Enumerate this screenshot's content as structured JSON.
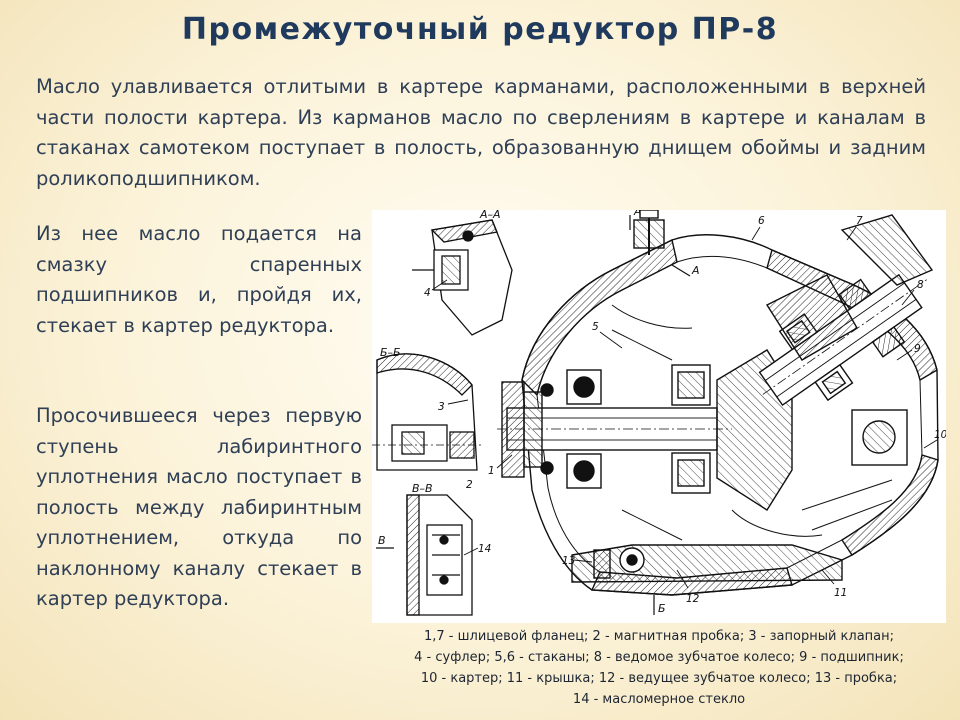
{
  "slide": {
    "title": "Промежуточный редуктор ПР-8",
    "intro": "Масло улавливается отлитыми в картере карманами, расположенными в верхней части полости картера. Из карманов масло по сверлениям в картере и каналам в стаканах самотеком поступает в полость, образованную днищем обоймы и задним роликоподшипником.",
    "left_para_1": "Из нее масло подается на смазку спаренных подшипников и, пройдя их, стекает в картер редуктора.",
    "left_para_2": "Просочившееся через первую ступень лабиринтного уплотнения масло поступает в полость между лабиринтным уплотнением, откуда по наклонному каналу стекает в картер редуктора."
  },
  "figure": {
    "section_labels": {
      "aa_top": "А–А",
      "a_arrow_top": "А",
      "a_arrow_mid": "А",
      "bb_left": "Б–Б",
      "vv_left": "В–В",
      "b_arrow_bottom": "Б",
      "v_arrow_left": "В"
    },
    "callouts": [
      "1",
      "2",
      "3",
      "4",
      "5",
      "6",
      "7",
      "8",
      "9",
      "10",
      "11",
      "12",
      "13",
      "14"
    ]
  },
  "caption": {
    "line1": "1,7 - шлицевой фланец; 2 - магнитная пробка; 3 - запорный клапан;",
    "line2": "4 - суфлер; 5,6 - стаканы; 8 - ведомое зубчатое колесо; 9 - подшипник;",
    "line3": "10 - картер; 11 - крышка; 12 - ведущее зубчатое колесо; 13 - пробка;",
    "line4": "14 - масломерное стекло"
  },
  "colors": {
    "title": "#1f3a5c",
    "body_text": "#2f3f56",
    "background": "#fbf2d8"
  }
}
